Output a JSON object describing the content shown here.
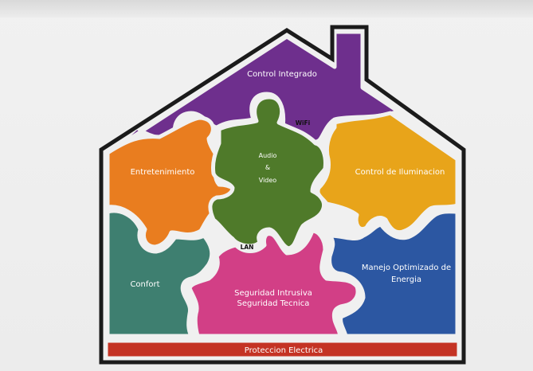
{
  "pieces": {
    "control_integrado": "Control Integrado",
    "entretenimiento": "Entretenimiento",
    "audio_video": {
      "line1": "Audio",
      "line2": "&",
      "line3": "Video"
    },
    "control_iluminacion": "Control de Iluminacion",
    "confort": "Confort",
    "seguridad": {
      "line1": "Seguridad Intrusiva",
      "line2": "Seguridad Tecnica"
    },
    "manejo": {
      "line1": "Manejo Optimizado de",
      "line2": "Energia"
    },
    "proteccion": "Proteccion Electrica"
  },
  "connectors": {
    "wifi": "WiFi",
    "lan": "LAN"
  },
  "colors": {
    "purple": "#6e2f8d",
    "orange": "#e97d1f",
    "green": "#4f7a2a",
    "yellow": "#e8a41a",
    "teal": "#3e7f70",
    "pink": "#d23f86",
    "blue": "#2c57a2",
    "red": "#c43324",
    "outline": "#1b1b1b",
    "gap": "#f0f0f0"
  }
}
